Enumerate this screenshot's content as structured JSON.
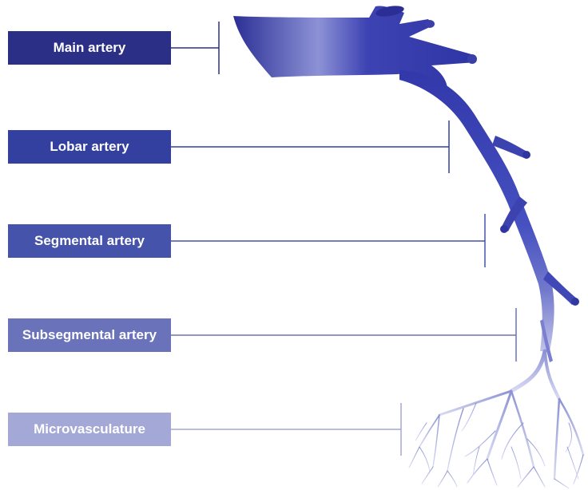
{
  "labels": [
    {
      "id": "main",
      "text": "Main artery",
      "color": "#2b2f86"
    },
    {
      "id": "lobar",
      "text": "Lobar artery",
      "color": "#3340a0"
    },
    {
      "id": "segmental",
      "text": "Segmental artery",
      "color": "#4653aa"
    },
    {
      "id": "subsegmental",
      "text": "Subsegmental artery",
      "color": "#6a73b9"
    },
    {
      "id": "microvasculature",
      "text": "Microvasculature",
      "color": "#a4a8d6"
    }
  ],
  "colors": {
    "vessel_dark": "#2d33a0",
    "vessel_mid": "#4a52c0",
    "vessel_light": "#b9bde6",
    "vessel_highlight": "#d7d9f2"
  }
}
